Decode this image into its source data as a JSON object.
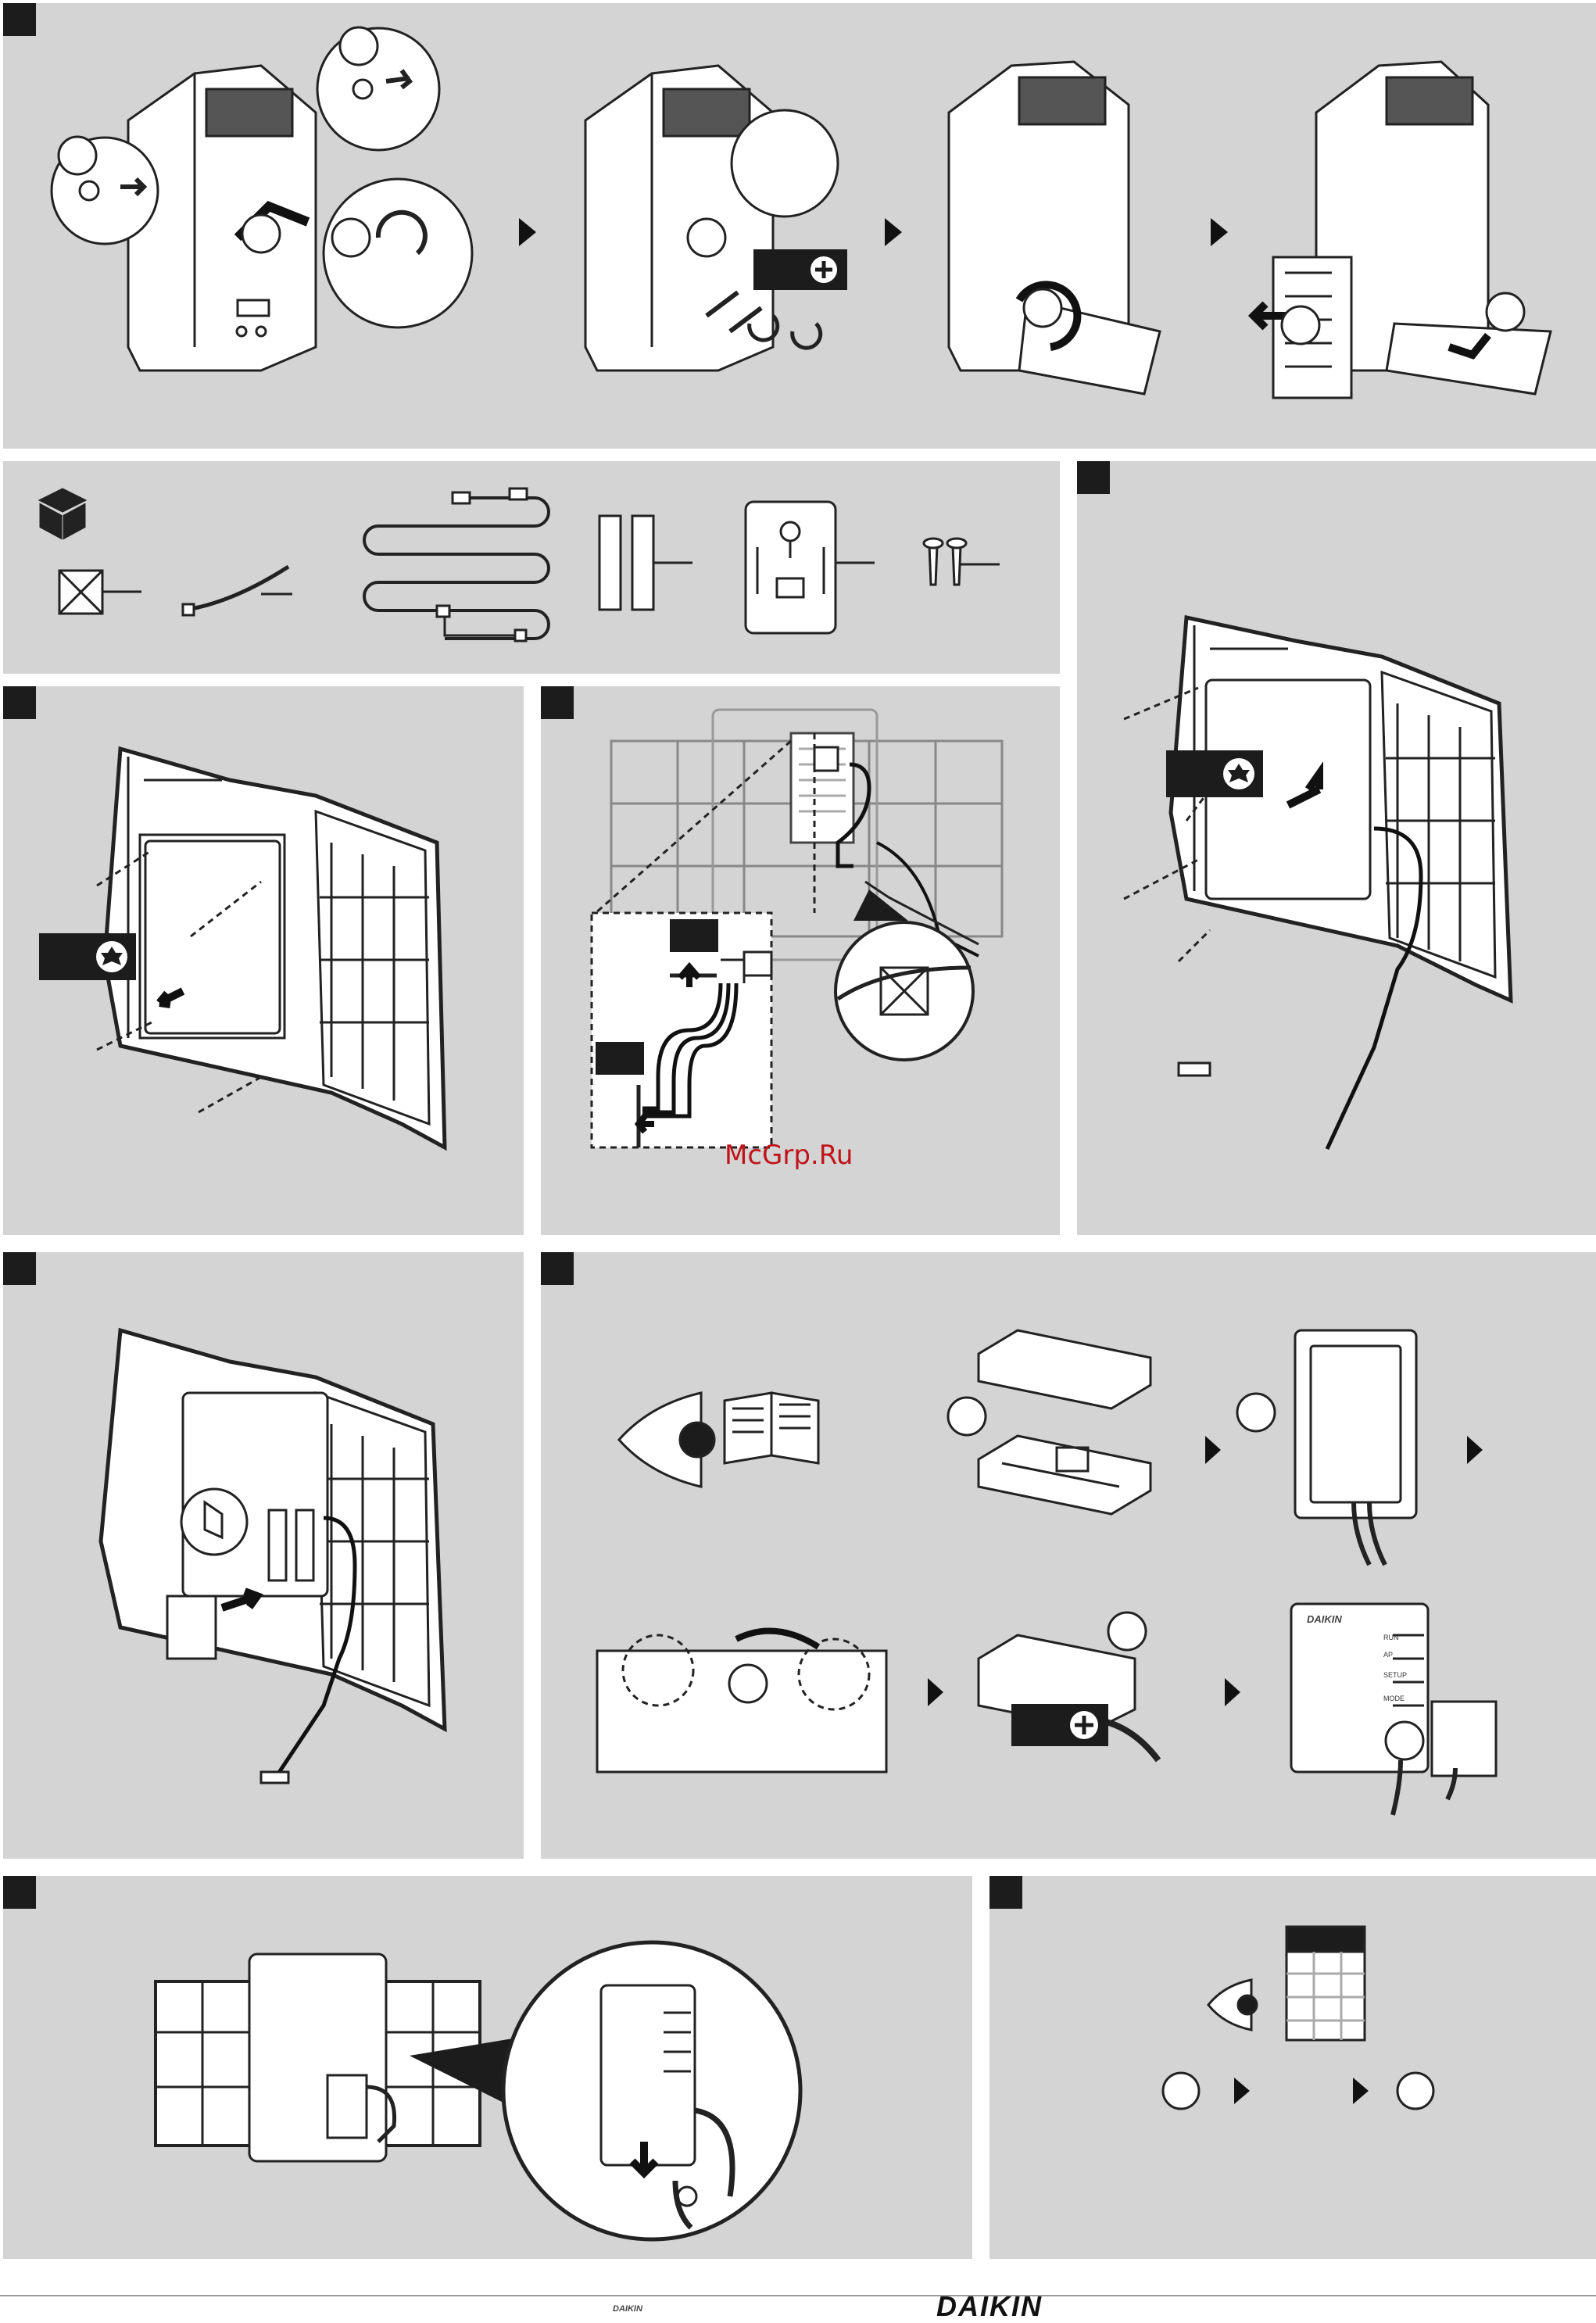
{
  "watermark": "McGrp.Ru",
  "brand_logo": "DAIKIN",
  "device_labels": {
    "run": "RUN",
    "ap": "AP",
    "setup": "SETUP",
    "mode": "MODE"
  },
  "icons": [
    "screwdriver-phillips-icon",
    "screwdriver-torx-icon",
    "box-icon",
    "eye-icon",
    "manual-book-icon",
    "arrow-right-icon",
    "step-circle-icon"
  ],
  "colors": {
    "panel": "#d4d4d4",
    "ink": "#1c1c1c",
    "line": "#222222",
    "watermark": "#c0141a"
  }
}
